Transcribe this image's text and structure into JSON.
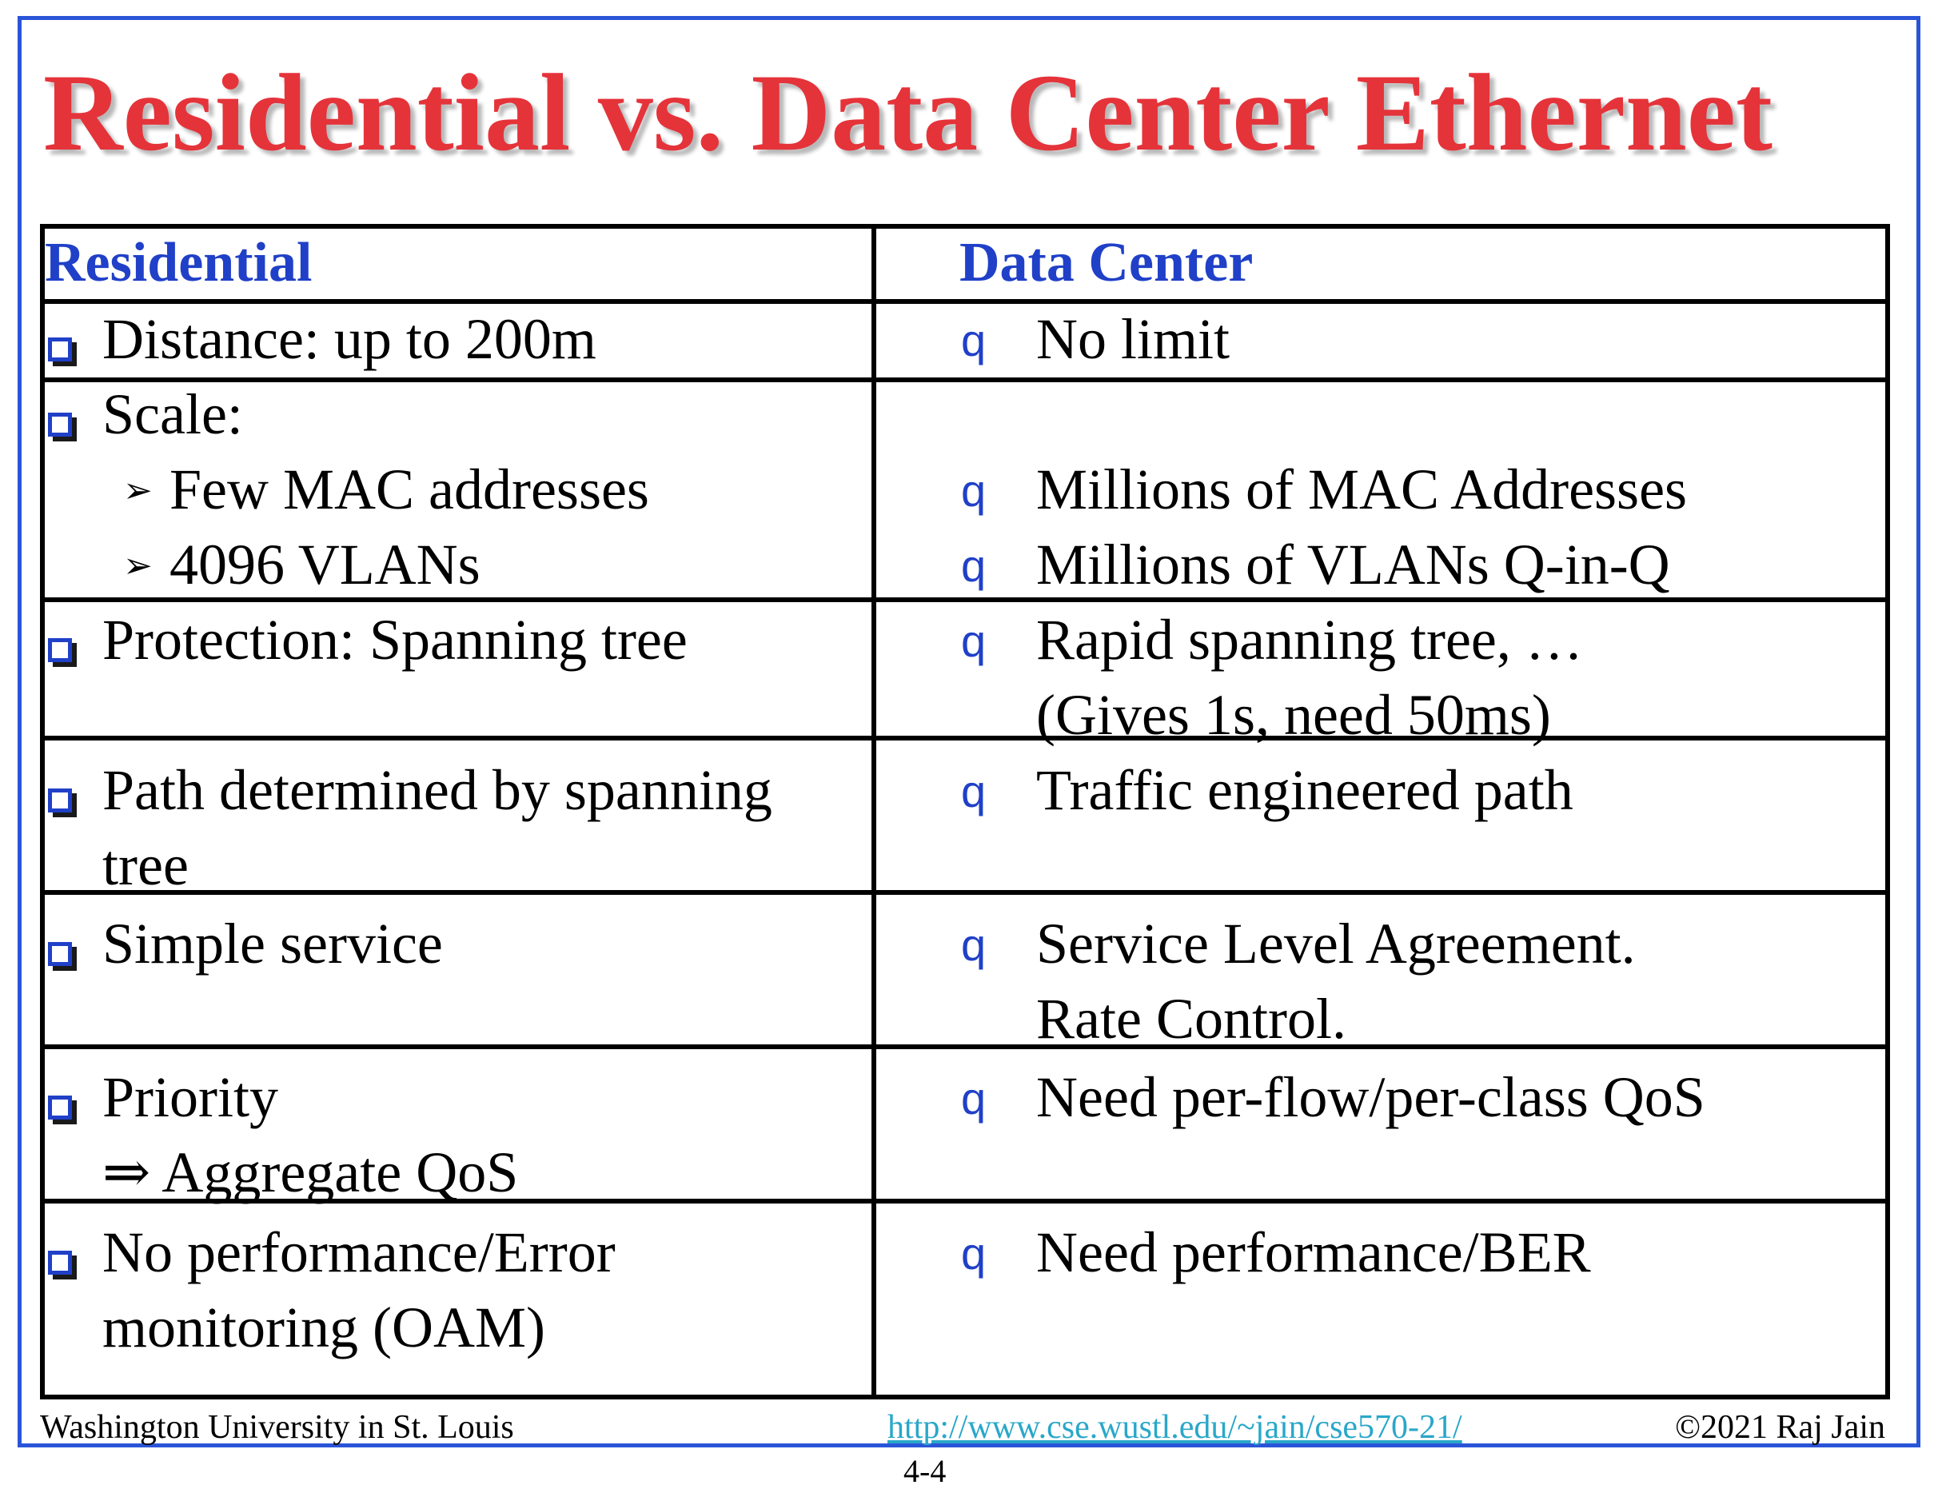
{
  "title": "Residential vs. Data Center Ethernet",
  "headers": {
    "left": "Residential",
    "right": "Data Center"
  },
  "rows": [
    {
      "left": [
        "Distance: up to 200m"
      ],
      "right": [
        "No limit"
      ]
    },
    {
      "left": [
        "Scale:"
      ],
      "left_sub": [
        "Few MAC addresses",
        "4096 VLANs"
      ],
      "right": [
        "Millions of MAC Addresses",
        "Millions of VLANs Q-in-Q"
      ]
    },
    {
      "left": [
        "Protection: Spanning tree"
      ],
      "right": [
        "Rapid spanning tree, …",
        "(Gives 1s, need 50ms)"
      ]
    },
    {
      "left": [
        "Path determined by spanning",
        "tree"
      ],
      "right": [
        "Traffic engineered path"
      ]
    },
    {
      "left": [
        "Simple service"
      ],
      "right": [
        "Service Level Agreement.",
        "Rate Control."
      ]
    },
    {
      "left": [
        "Priority",
        "⇒ Aggregate QoS"
      ],
      "right": [
        "Need per-flow/per-class QoS"
      ]
    },
    {
      "left": [
        "No performance/Error",
        "monitoring (OAM)"
      ],
      "right": [
        "Need performance/BER"
      ]
    }
  ],
  "bullets": {
    "box": "square-bullet-icon",
    "q": "q",
    "arrow": "➢"
  },
  "footer": {
    "left": "Washington University in St. Louis",
    "link": "http://www.cse.wustl.edu/~jain/cse570-21/",
    "right": "©2021 Raj Jain",
    "page": "4-4"
  },
  "colors": {
    "title": "#e5333a",
    "header": "#2040c8",
    "frame": "#2a55d8",
    "link": "#2aa7c9"
  }
}
